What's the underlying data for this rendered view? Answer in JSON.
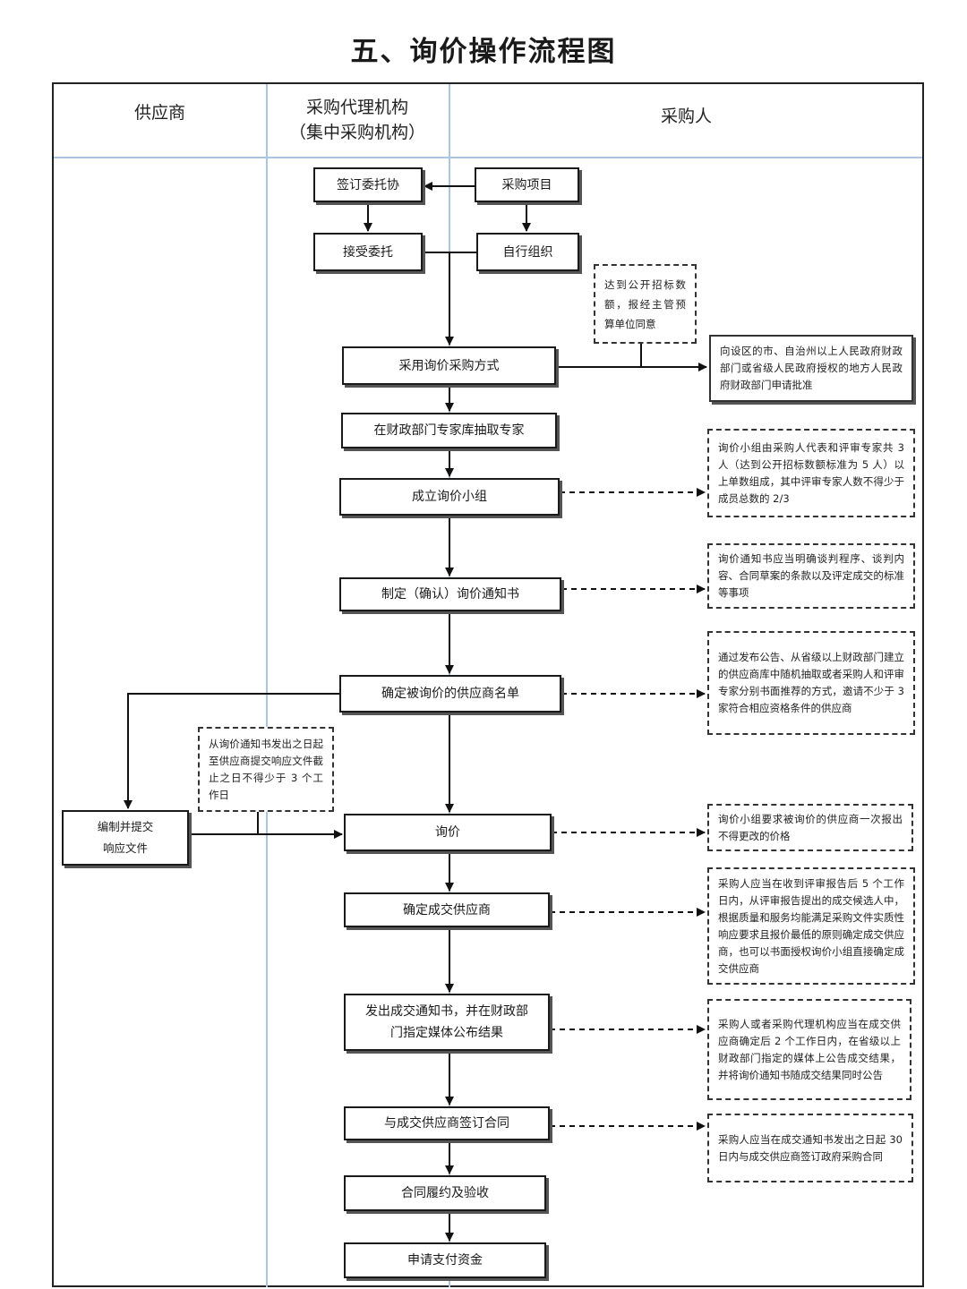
{
  "title": "五、询价操作流程图",
  "lanes": {
    "supplier": "供应商",
    "agency_line1": "采购代理机构",
    "agency_line2": "（集中采购机构）",
    "purchaser": "采购人"
  },
  "nodes": {
    "sign_entrust": "签订委托协",
    "purchase_project": "采购项目",
    "accept_entrust": "接受委托",
    "self_organize": "自行组织",
    "adopt_inquiry": "采用询价采购方式",
    "extract_experts": "在财政部门专家库抽取专家",
    "form_group": "成立询价小组",
    "make_notice": "制定（确认）询价通知书",
    "confirm_list": "确定被询价的供应商名单",
    "prepare_response_line1": "编制并提交",
    "prepare_response_line2": "响应文件",
    "inquiry": "询价",
    "confirm_supplier": "确定成交供应商",
    "issue_notice_line1": "发出成交通知书，并在财政部",
    "issue_notice_line2": "门指定媒体公布结果",
    "sign_contract": "与成交供应商签订合同",
    "perform_accept": "合同履约及验收",
    "apply_payment": "申请支付资金"
  },
  "notes": {
    "public_threshold": "达到公开招标数额，报经主管预算单位同意",
    "apply_approval": "向设区的市、自治州以上人民政府财政部门或省级人民政府授权的地方人民政府财政部门申请批准",
    "group_composition": "询价小组由采购人代表和评审专家共 3 人（达到公开招标数额标准为 5 人）以上单数组成，其中评审专家人数不得少于成员总数的 2/3",
    "notice_content": "询价通知书应当明确谈判程序、谈判内容、合同草案的条款以及评定成交的标准等事项",
    "supplier_selection": "通过发布公告、从省级以上财政部门建立的供应商库中随机抽取或者采购人和评审专家分别书面推荐的方式，邀请不少于 3 家符合相应资格条件的供应商",
    "response_deadline": "从询价通知书发出之日起至供应商提交响应文件截止之日不得少于 3 个工作日",
    "one_time_price": "询价小组要求被询价的供应商一次报出不得更改的价格",
    "confirm_within5": "采购人应当在收到评审报告后 5 个工作日内，从评审报告提出的成交候选人中，根据质量和服务均能满足采购文件实质性响应要求且报价最低的原则确定成交供应商，也可以书面授权询价小组直接确定成交供应商",
    "announce_within2": "采购人或者采购代理机构应当在成交供应商确定后 2 个工作日内，在省级以上财政部门指定的媒体上公告成交结果，并将询价通知书随成交结果同时公告",
    "contract_within30": "采购人应当在成交通知书发出之日起 30 日内与成交供应商签订政府采购合同"
  }
}
